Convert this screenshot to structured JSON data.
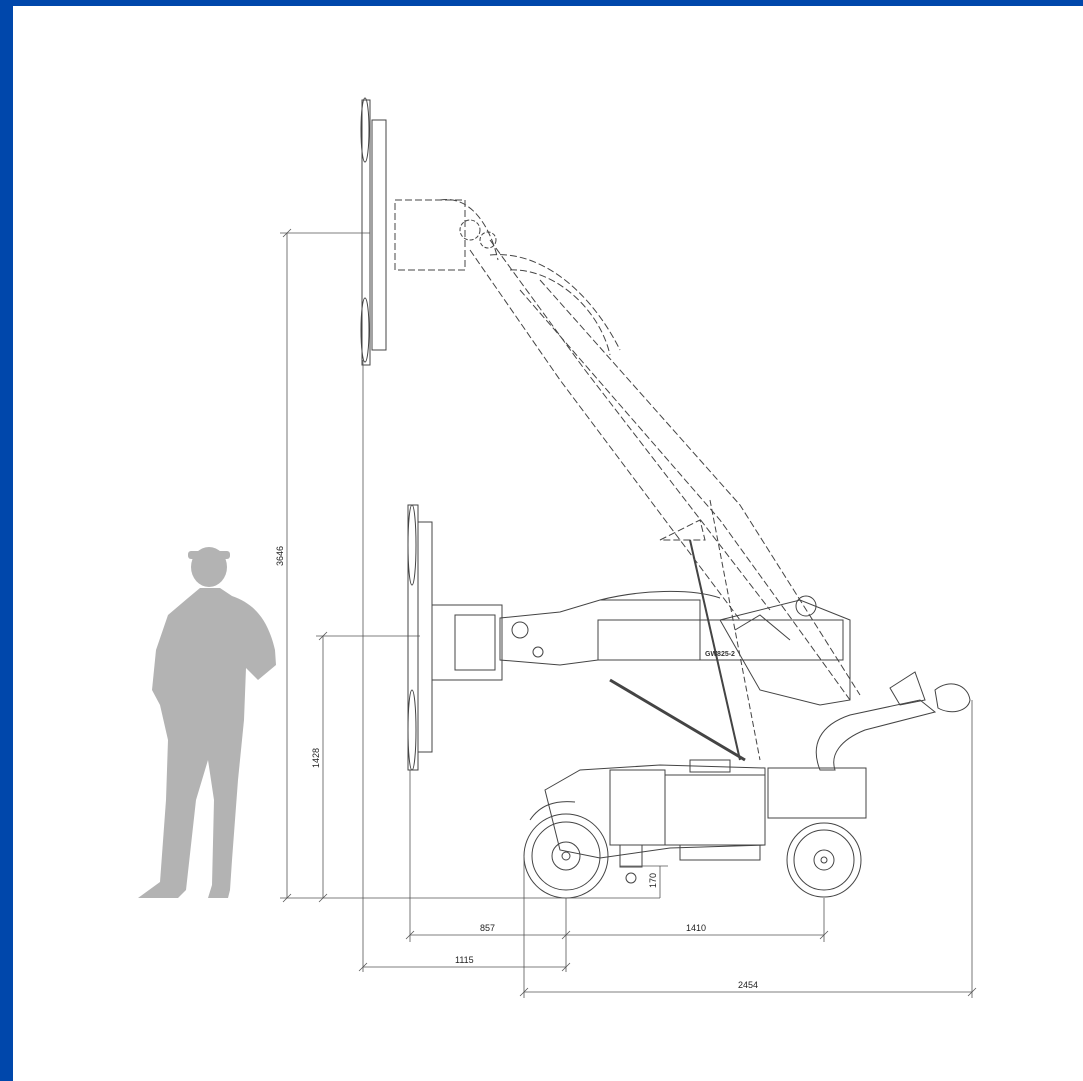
{
  "colors": {
    "frame": "#0047AB",
    "silhouette": "#b3b3b3",
    "line": "#444444",
    "dimline": "#555555"
  },
  "diagram": {
    "model_label": "GW825-2",
    "dimensions": {
      "max_height": "3646",
      "grip_height": "1428",
      "ground_clearance": "170",
      "front_reach": "857",
      "wheelbase": "1410",
      "reach_to_front_axle": "1115",
      "overall_length": "2454"
    }
  }
}
